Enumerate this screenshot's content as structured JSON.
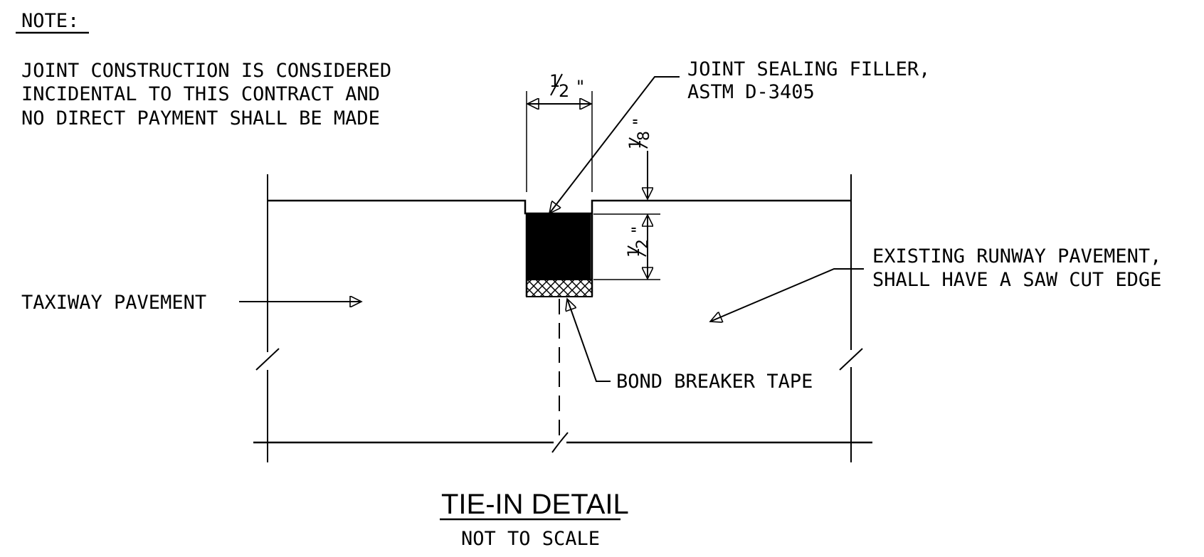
{
  "note": {
    "heading": "NOTE:",
    "lines": [
      "JOINT CONSTRUCTION IS CONSIDERED",
      "INCIDENTAL TO THIS CONTRACT AND",
      "NO DIRECT PAYMENT SHALL BE MADE"
    ]
  },
  "labels": {
    "sealing_filler_1": "JOINT SEALING FILLER,",
    "sealing_filler_2": "ASTM D-3405",
    "existing_runway_1": "EXISTING RUNWAY PAVEMENT,",
    "existing_runway_2": "SHALL HAVE A SAW CUT EDGE",
    "taxiway": "TAXIWAY PAVEMENT",
    "bond_breaker": "BOND BREAKER TAPE"
  },
  "dimensions": {
    "joint_width": {
      "num": "1",
      "den": "2",
      "unit": "\""
    },
    "recess_depth": {
      "num": "1",
      "den": "8",
      "unit": "\""
    },
    "seal_depth": {
      "num": "1",
      "den": "2",
      "unit": "\""
    }
  },
  "caption": {
    "title": "TIE-IN DETAIL",
    "subtitle": "NOT TO SCALE"
  },
  "colors": {
    "ink": "#000000",
    "paper": "#ffffff"
  }
}
